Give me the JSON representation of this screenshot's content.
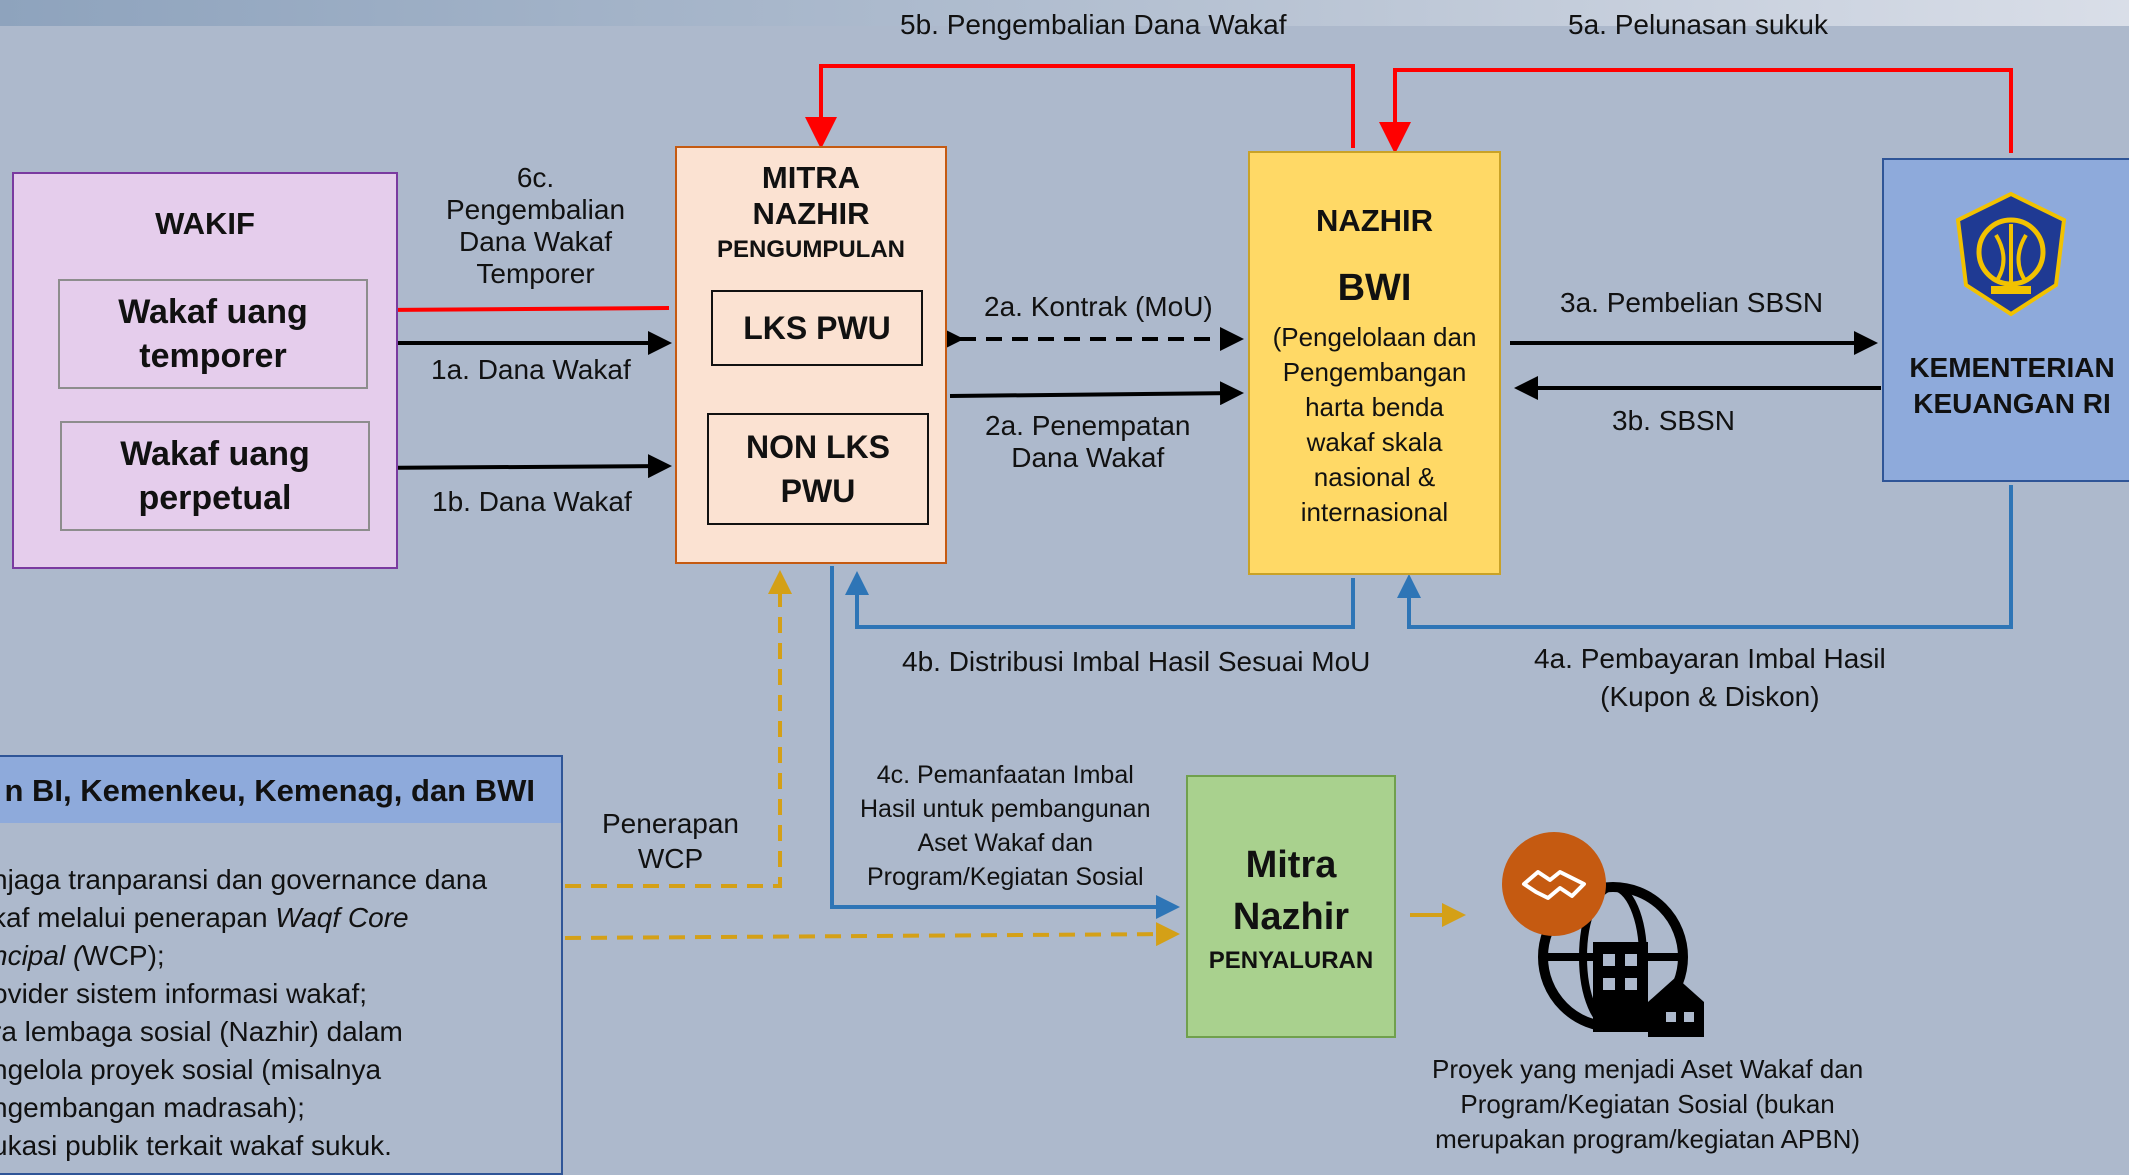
{
  "wakif": {
    "title": "WAKIF",
    "temporer": [
      "Wakaf uang",
      "temporer"
    ],
    "perpetual": [
      "Wakaf uang",
      "perpetual"
    ]
  },
  "mitra_pengumpulan": {
    "title": [
      "MITRA",
      "NAZHIR"
    ],
    "subtitle": "PENGUMPULAN",
    "lks": "LKS PWU",
    "non_lks": [
      "NON LKS",
      "PWU"
    ]
  },
  "nazhir": {
    "title": "NAZHIR",
    "name": "BWI",
    "desc": [
      "(Pengelolaan dan",
      "Pengembangan",
      "harta benda",
      "wakaf skala",
      "nasional &",
      "internasional"
    ]
  },
  "kemenkeu": {
    "name": [
      "KEMENTERIAN",
      "KEUANGAN RI"
    ],
    "logo_icon": "kemenkeu-emblem-icon"
  },
  "mitra_penyaluran": {
    "title": [
      "Mitra",
      "Nazhir"
    ],
    "subtitle": "PENYALURAN"
  },
  "proyek": {
    "icon": "handshake-building-icon",
    "caption": [
      "Proyek yang menjadi Aset Wakaf dan",
      "Program/Kegiatan Sosial (bukan",
      "merupakan program/kegiatan APBN)"
    ]
  },
  "flows": {
    "f5b": "5b. Pengembalian Dana Wakaf",
    "f5a": "5a. Pelunasan sukuk",
    "f6c": [
      "6c.",
      "Pengembalian",
      "Dana Wakaf",
      "Temporer"
    ],
    "f1a": "1a. Dana Wakaf",
    "f1b": "1b. Dana Wakaf",
    "f2a_kontrak": "2a. Kontrak (MoU)",
    "f2a_penempatan": [
      "2a. Penempatan",
      "Dana Wakaf"
    ],
    "f3a": "3a. Pembelian SBSN",
    "f3b": "3b. SBSN",
    "f4b": "4b. Distribusi Imbal Hasil Sesuai MoU",
    "f4a": [
      "4a. Pembayaran Imbal Hasil",
      "(Kupon & Diskon)"
    ],
    "f4c": [
      "4c. Pemanfaatan Imbal",
      "Hasil untuk pembangunan",
      "Aset Wakaf dan",
      "Program/Kegiatan Sosial"
    ],
    "penerapan": [
      "Penerapan",
      "WCP"
    ]
  },
  "info": {
    "title": "n BI, Kemenkeu, Kemenag, dan BWI",
    "lines": [
      "njaga tranparansi dan governance dana",
      "kaf  melalui penerapan ",
      "ncipal (",
      "ovider sistem informasi wakaf;",
      "ra lembaga sosial (Nazhir) dalam",
      "ngelola proyek sosial (misalnya",
      "ngembangan madrasah);",
      "ukasi publik terkait wakaf sukuk."
    ],
    "italic_1": "Waqf Core",
    "italic_2_tail": "WCP);"
  },
  "colors": {
    "background": "#adb9cc",
    "red_arrow": "#ff0000",
    "blue_arrow": "#2e75b6",
    "gold_arrow": "#d4a017",
    "black_arrow": "#000000",
    "wakif_fill": "#e5cdec",
    "mitra_fill": "#fbe2d2",
    "nazhir_fill": "#ffd966",
    "kemenkeu_fill": "#8eaadb",
    "penyaluran_fill": "#a9d18e",
    "proyek_badge": "#c55a11"
  }
}
